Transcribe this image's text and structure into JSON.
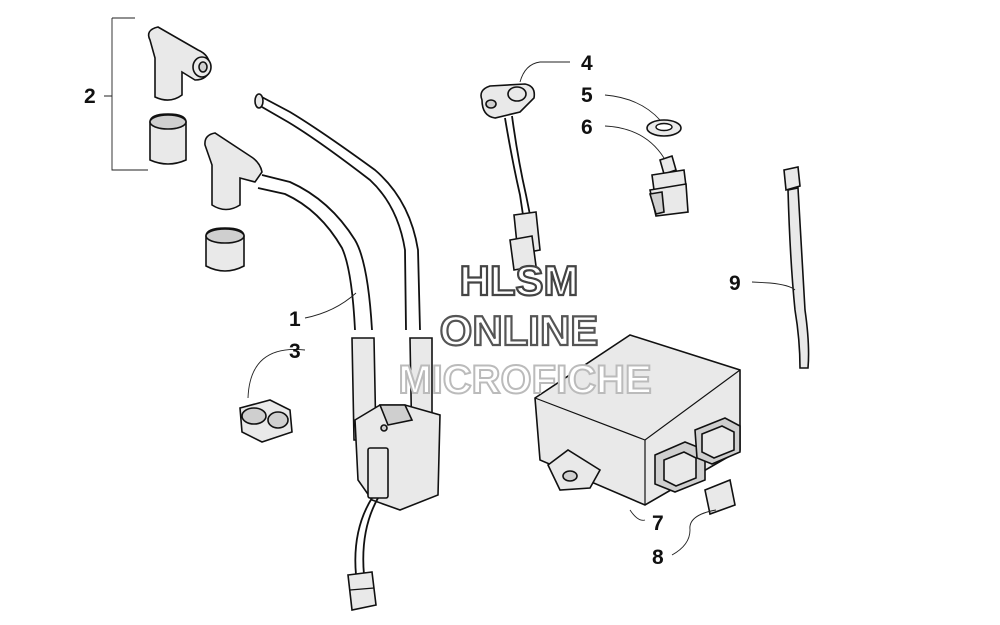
{
  "callouts": [
    {
      "id": "c1",
      "label": "1"
    },
    {
      "id": "c2",
      "label": "2"
    },
    {
      "id": "c3",
      "label": "3"
    },
    {
      "id": "c4",
      "label": "4"
    },
    {
      "id": "c5",
      "label": "5"
    },
    {
      "id": "c6",
      "label": "6"
    },
    {
      "id": "c7",
      "label": "7"
    },
    {
      "id": "c8",
      "label": "8"
    },
    {
      "id": "c9",
      "label": "9"
    }
  ],
  "watermark": {
    "line1": "HLSM",
    "line2": "ONLINE",
    "line3": "MICROFICHE",
    "line1_color": "#444444",
    "line2_color": "#555555",
    "line3_color": "#bbbbbb"
  }
}
